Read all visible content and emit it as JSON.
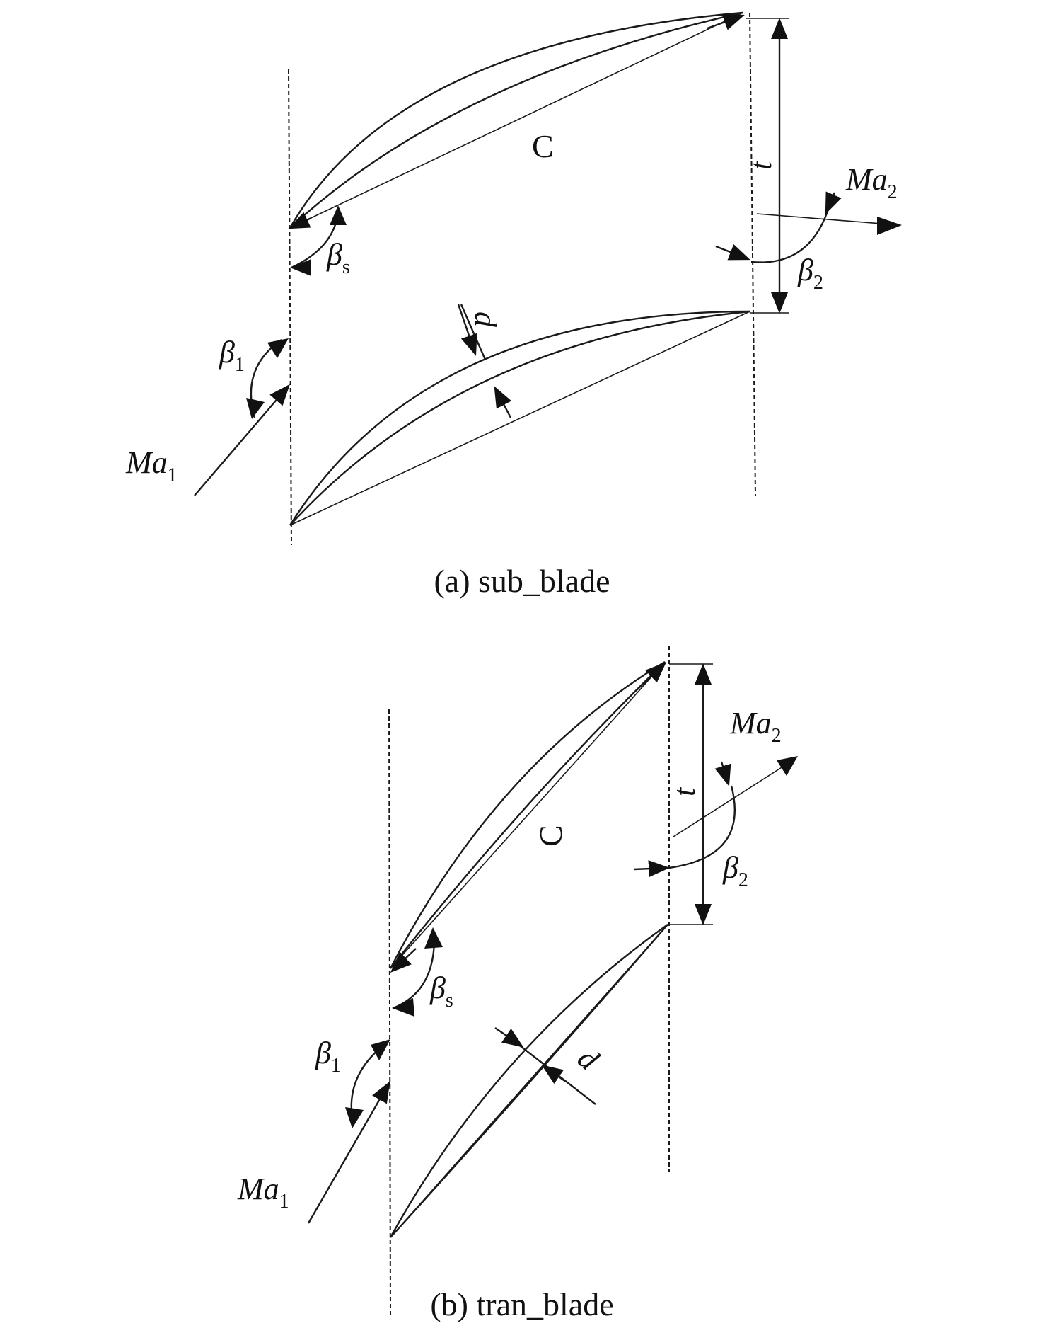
{
  "panel_a": {
    "caption": "(a) sub_blade",
    "labels": {
      "chord": "C",
      "pitch": "t",
      "thickness": "d",
      "stagger": "β",
      "stagger_sub": "s",
      "inlet_angle": "β",
      "inlet_angle_sub": "1",
      "outlet_angle": "β",
      "outlet_angle_sub": "2",
      "inlet_mach": "Ma",
      "inlet_mach_sub": "1",
      "outlet_mach": "Ma",
      "outlet_mach_sub": "2"
    }
  },
  "panel_b": {
    "caption": "(b) tran_blade",
    "labels": {
      "chord": "C",
      "pitch": "t",
      "thickness": "d",
      "stagger": "β",
      "stagger_sub": "s",
      "inlet_angle": "β",
      "inlet_angle_sub": "1",
      "outlet_angle": "β",
      "outlet_angle_sub": "2",
      "inlet_mach": "Ma",
      "inlet_mach_sub": "1",
      "outlet_mach": "Ma",
      "outlet_mach_sub": "2"
    }
  }
}
